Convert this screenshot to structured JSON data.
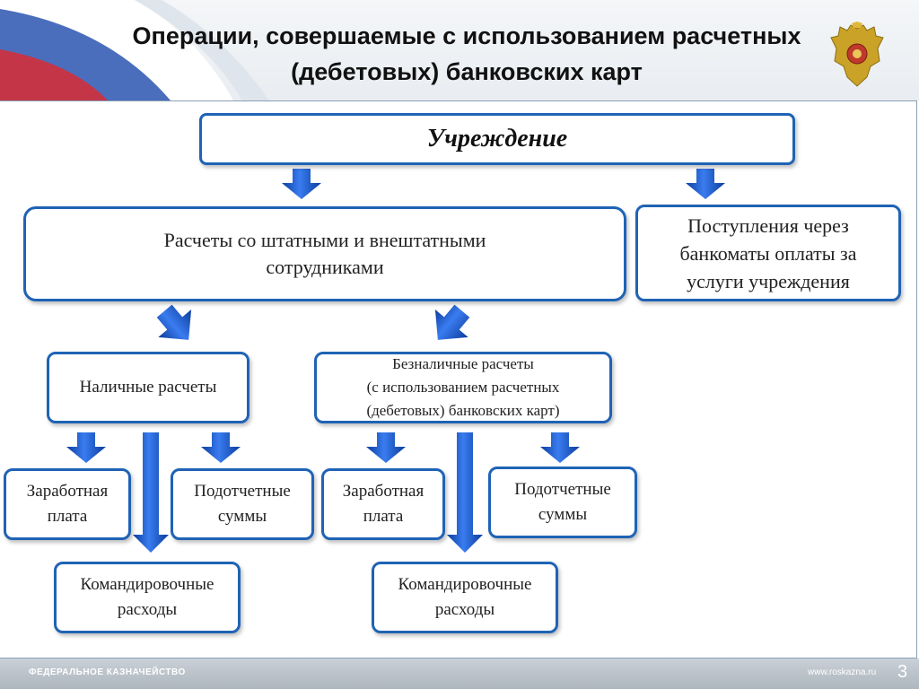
{
  "header": {
    "title": "Операции, совершаемые с использованием расчетных\n(дебетовых) банковских карт"
  },
  "diagram": {
    "root": "Учреждение",
    "staff_payments": "Расчеты со штатными и внештатными\nсотрудниками",
    "atm_income": "Поступления  через\nбанкоматы оплаты за\nуслуги  учреждения",
    "cash": {
      "label": "Наличные расчеты",
      "salary": "Заработная\nплата",
      "accountable": "Подотчетные\nсуммы",
      "travel": "Командировочные\nрасходы"
    },
    "cashless": {
      "label": "Безналичные расчеты\n(с использованием расчетных\n(дебетовых) банковских карт)",
      "salary": "Заработная\nплата",
      "accountable": "Подотчетные\nсуммы",
      "travel": "Командировочные\nрасходы"
    }
  },
  "footer": {
    "org": "ФЕДЕРАЛЬНОЕ КАЗНАЧЕЙСТВО",
    "url": "www.roskazna.ru",
    "page": "3"
  },
  "colors": {
    "box_border": "#1f63b5",
    "arrow": "#1e5fd0",
    "flag_white": "#ffffff",
    "flag_blue": "#2a55b0",
    "flag_red": "#d22f3a"
  }
}
